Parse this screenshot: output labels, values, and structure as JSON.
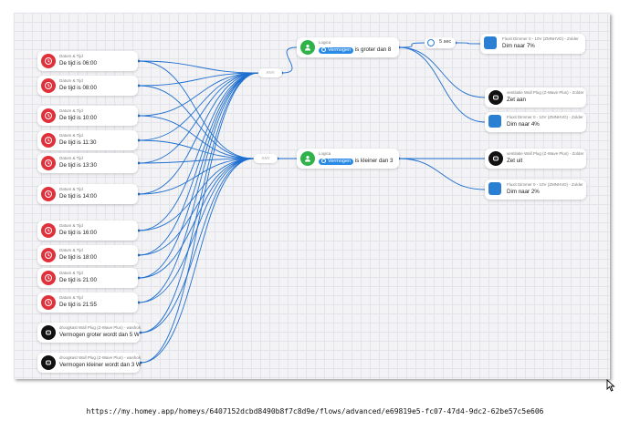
{
  "triggers": [
    {
      "sub": "Datum & Tijd",
      "main": "De tijd is 06:00",
      "icon": "clock-icon",
      "color": "#e0303a"
    },
    {
      "sub": "Datum & Tijd",
      "main": "De tijd is 08:00",
      "icon": "clock-icon",
      "color": "#e0303a"
    },
    {
      "sub": "Datum & Tijd",
      "main": "De tijd is 10:00",
      "icon": "clock-icon",
      "color": "#e0303a"
    },
    {
      "sub": "Datum & Tijd",
      "main": "De tijd is 11:30",
      "icon": "clock-icon",
      "color": "#e0303a"
    },
    {
      "sub": "Datum & Tijd",
      "main": "De tijd is 13:30",
      "icon": "clock-icon",
      "color": "#e0303a"
    },
    {
      "sub": "Datum & Tijd",
      "main": "De tijd is 14:00",
      "icon": "clock-icon",
      "color": "#e0303a"
    },
    {
      "sub": "Datum & Tijd",
      "main": "De tijd is 16:00",
      "icon": "clock-icon",
      "color": "#e0303a"
    },
    {
      "sub": "Datum & Tijd",
      "main": "De tijd is 18:00",
      "icon": "clock-icon",
      "color": "#e0303a"
    },
    {
      "sub": "Datum & Tijd",
      "main": "De tijd is 21:00",
      "icon": "clock-icon",
      "color": "#e0303a"
    },
    {
      "sub": "Datum & Tijd",
      "main": "De tijd is 21:55",
      "icon": "clock-icon",
      "color": "#e0303a"
    },
    {
      "sub": "droogkast Wall Plug (Z-Wave Plus) - washok",
      "main": "Vermogen groter wordt dan 5 W",
      "icon": "plug-icon",
      "color": "#111111"
    },
    {
      "sub": "droogkast Wall Plug (Z-Wave Plus) - washok",
      "main": "Vermogen kleiner wordt dan 3 W",
      "icon": "plug-icon",
      "color": "#111111"
    }
  ],
  "any_label": "ANY",
  "logic": [
    {
      "sub": "Logica",
      "pill": "Vermogen",
      "rest": "is groter dan 8",
      "color": "#2fb24a"
    },
    {
      "sub": "Logica",
      "pill": "Vermogen",
      "rest": "is kleiner dan 3",
      "color": "#2fb24a"
    }
  ],
  "delay": {
    "label": "5 sec"
  },
  "actions": [
    {
      "sub": "Fluxit Dimmer 0 - 10V (ZMNHVD) - Zolder",
      "main": "Dim naar 7%",
      "icon": "dimmer-icon",
      "color": "#2b7fd3"
    },
    {
      "sub": "ventilatie Wall Plug (Z-Wave Plus) - Zolder",
      "main": "Zet aan",
      "icon": "plug-icon",
      "color": "#111111"
    },
    {
      "sub": "Fluxit Dimmer 0 - 10V (ZMNHVD) - Zolder",
      "main": "Dim naar 4%",
      "icon": "dimmer-icon",
      "color": "#2b7fd3"
    },
    {
      "sub": "ventilatie Wall Plug (Z-Wave Plus) - Zolder",
      "main": "Zet uit",
      "icon": "plug-icon",
      "color": "#111111"
    },
    {
      "sub": "Fluxit Dimmer 0 - 10V (ZMNHVD) - Zolder",
      "main": "Dim naar 2%",
      "icon": "dimmer-icon",
      "color": "#2b7fd3"
    }
  ],
  "url": "https://my.homey.app/homeys/6407152dcbd8490b8f7c8d9e/flows/advanced/e69819e5-fc07-47d4-9dc2-62be57c5e606",
  "wire_color": "#1f6fcf"
}
